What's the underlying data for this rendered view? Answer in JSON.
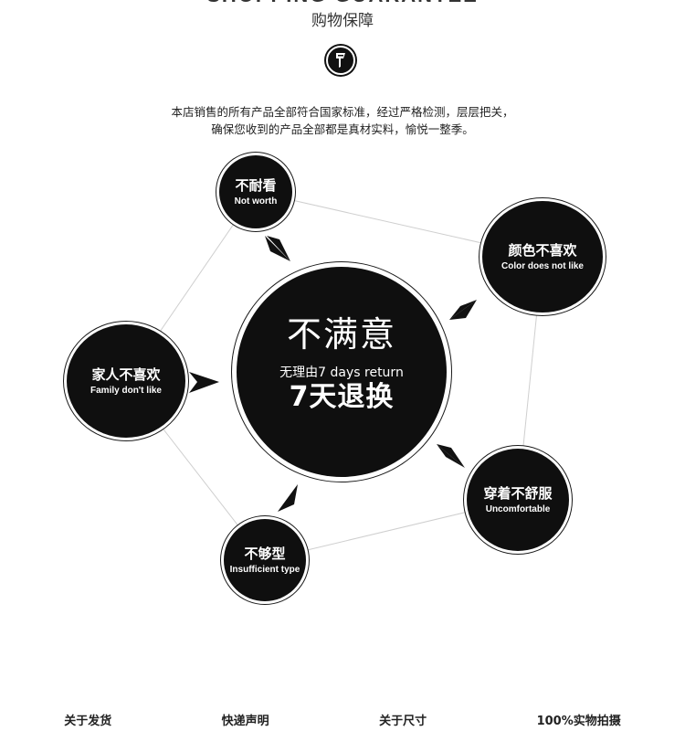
{
  "header": {
    "cutoff_heading": "SHOPPING GUARANTEE",
    "title": "购物保障",
    "badge_icon": "tag-icon"
  },
  "intro": {
    "line1": "本店销售的所有产品全部符合国家标准，经过严格检测，层层把关，",
    "line2": "确保您收到的产品全部都是真材实料，愉悦一整季。"
  },
  "center": {
    "headline": "不满意",
    "subline": "无理由7 days return",
    "bigline": "7天退换"
  },
  "reasons": [
    {
      "cn": "不耐看",
      "en": "Not worth"
    },
    {
      "cn": "颜色不喜欢",
      "en": "Color does not like"
    },
    {
      "cn": "家人不喜欢",
      "en": "Family don't like"
    },
    {
      "cn": "穿着不舒服",
      "en": "Uncomfortable"
    },
    {
      "cn": "不够型",
      "en": "Insufficient type"
    }
  ],
  "footer": {
    "items": [
      "关于发货",
      "快递声明",
      "关于尺寸",
      "100%实物拍摄"
    ]
  },
  "colors": {
    "circle_fill": "#0f0f0f",
    "connector": "#cfcfcf",
    "text": "#222222"
  }
}
